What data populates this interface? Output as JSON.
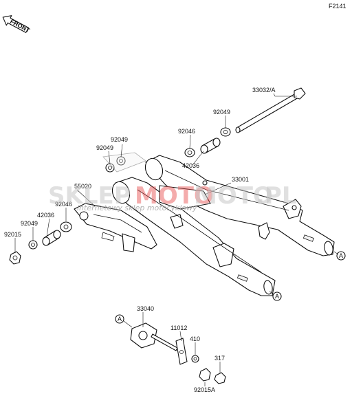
{
  "diagram_code": "F2141",
  "front_label": "FRONT",
  "ref_marker": "A",
  "watermark": {
    "brand_left": "SKLEP",
    "brand_right": "MOTO",
    "brand_suffix": ".PL",
    "tagline": "internetowy sklep motocyklowy"
  },
  "parts": [
    {
      "id": "p33032",
      "number": "33032/A"
    },
    {
      "id": "p92049a",
      "number": "92049"
    },
    {
      "id": "p92046a",
      "number": "92046"
    },
    {
      "id": "p42036a",
      "number": "42036"
    },
    {
      "id": "p92049b",
      "number": "92049"
    },
    {
      "id": "p92049c",
      "number": "92049"
    },
    {
      "id": "p33001",
      "number": "33001"
    },
    {
      "id": "p55020",
      "number": "55020"
    },
    {
      "id": "p92046b",
      "number": "92046"
    },
    {
      "id": "p42036b",
      "number": "42036"
    },
    {
      "id": "p92049d",
      "number": "92049"
    },
    {
      "id": "p92015",
      "number": "92015"
    },
    {
      "id": "p33040",
      "number": "33040"
    },
    {
      "id": "p11012",
      "number": "11012"
    },
    {
      "id": "p410",
      "number": "410"
    },
    {
      "id": "p317",
      "number": "317"
    },
    {
      "id": "p92015a",
      "number": "92015A"
    }
  ]
}
